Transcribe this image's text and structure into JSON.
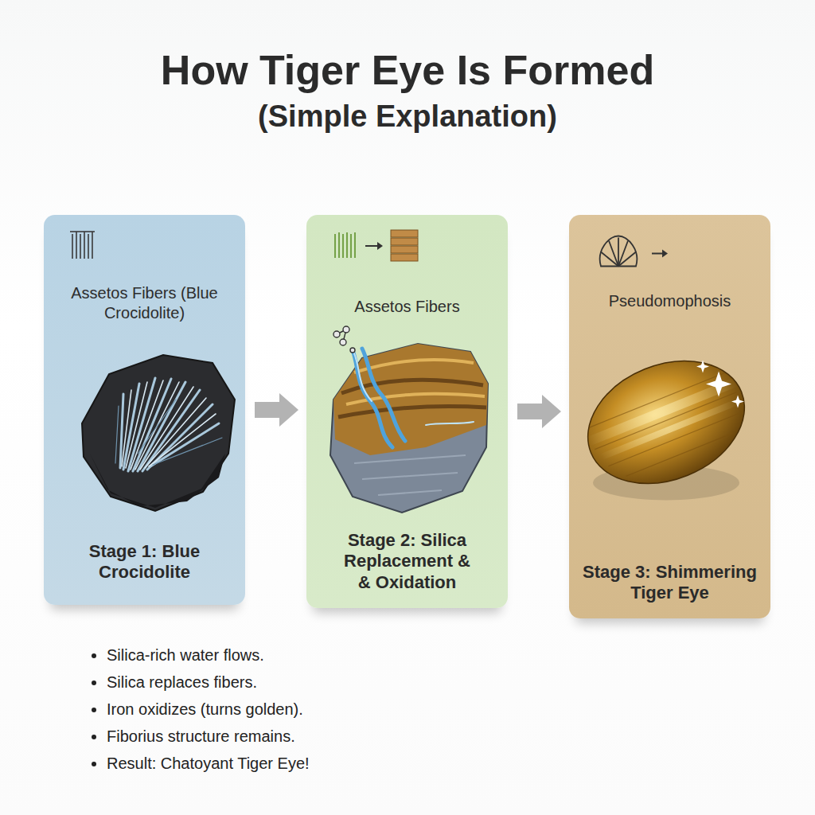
{
  "diagram": {
    "title": "How Tiger Eye Is Formed",
    "nodes": [
      {
        "text": [
          "Assetos Fibers (Blue Crocidolite)",
          "Stage 1: Blue Crocidolite"
        ]
      },
      {
        "text": [
          "Assetos Fibers",
          "Stage 2: Silica Replacement & & Oxidation"
        ]
      },
      {
        "text": [
          "Pseudomophosis",
          "Stage 3: Shimmering Tiger Eye"
        ]
      }
    ],
    "edges": [
      {
        "from": 0,
        "to": 1,
        "arrow": "to"
      },
      {
        "from": 1,
        "to": 2,
        "arrow": "to"
      }
    ],
    "labels": [
      "(Simple Explanation)",
      "Silica-rich water flows.",
      "Silica replaces fibers.",
      "Iron oxidizes (turns golden).",
      "Fiborius structure remains.",
      "Result: Chatoyant Tiger Eye!"
    ]
  }
}
